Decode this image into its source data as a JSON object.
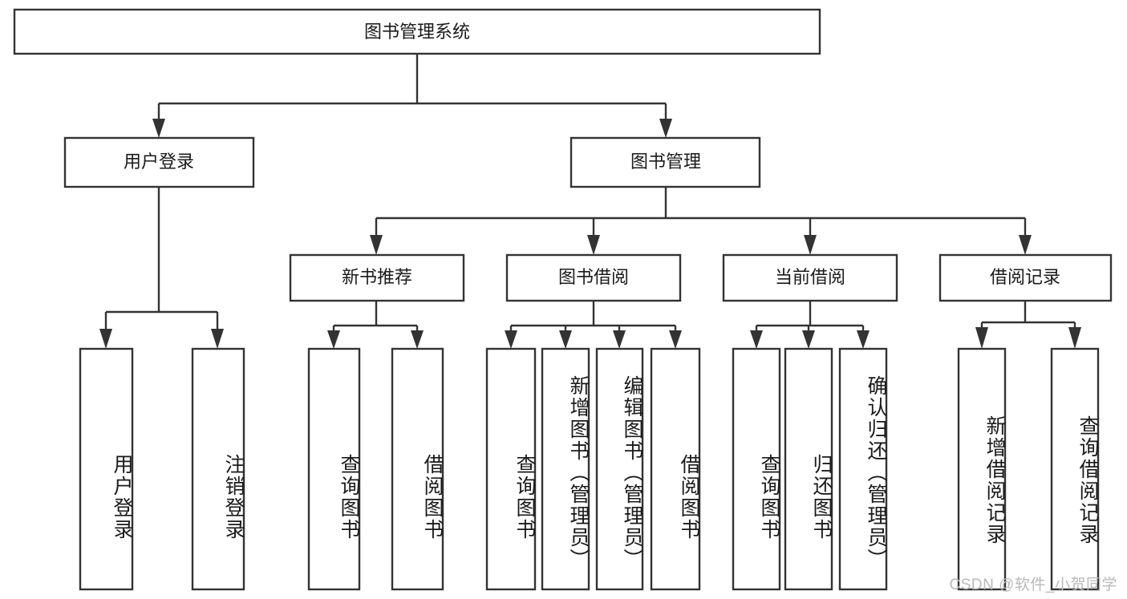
{
  "diagram": {
    "title": "图书管理系统",
    "type": "tree-hierarchy-flowchart",
    "root": {
      "id": "root",
      "label": "图书管理系统"
    },
    "level2": [
      {
        "id": "user-login",
        "label": "用户登录"
      },
      {
        "id": "book-manage",
        "label": "图书管理"
      }
    ],
    "level3": [
      {
        "id": "new-book-recommend",
        "label": "新书推荐",
        "parent": "book-manage"
      },
      {
        "id": "book-borrow",
        "label": "图书借阅",
        "parent": "book-manage"
      },
      {
        "id": "current-borrow",
        "label": "当前借阅",
        "parent": "book-manage"
      },
      {
        "id": "borrow-record",
        "label": "借阅记录",
        "parent": "book-manage"
      }
    ],
    "leaves": [
      {
        "id": "leaf-user-login",
        "label": "用户登录",
        "parent": "user-login"
      },
      {
        "id": "leaf-logout-login",
        "label": "注销登录",
        "parent": "user-login"
      },
      {
        "id": "leaf-query-book-1",
        "label": "查询图书",
        "parent": "new-book-recommend"
      },
      {
        "id": "leaf-borrow-book-1",
        "label": "借阅图书",
        "parent": "new-book-recommend"
      },
      {
        "id": "leaf-query-book-2",
        "label": "查询图书",
        "parent": "book-borrow"
      },
      {
        "id": "leaf-add-book",
        "label": "新增图书（管理员）",
        "parent": "book-borrow"
      },
      {
        "id": "leaf-edit-book",
        "label": "编辑图书（管理员）",
        "parent": "book-borrow"
      },
      {
        "id": "leaf-borrow-book-2",
        "label": "借阅图书",
        "parent": "book-borrow"
      },
      {
        "id": "leaf-query-book-3",
        "label": "查询图书",
        "parent": "current-borrow"
      },
      {
        "id": "leaf-return-book",
        "label": "归还图书",
        "parent": "current-borrow"
      },
      {
        "id": "leaf-confirm-return",
        "label": "确认归还（管理员）",
        "parent": "current-borrow"
      },
      {
        "id": "leaf-add-record",
        "label": "新增借阅记录",
        "parent": "borrow-record"
      },
      {
        "id": "leaf-query-record",
        "label": "查询借阅记录",
        "parent": "borrow-record"
      }
    ],
    "colors": {
      "box_stroke": "#333333",
      "box_fill": "#ffffff",
      "text": "#1a1a1a",
      "background": "#ffffff",
      "watermark": "#b9b9b9"
    }
  },
  "watermark": {
    "text": "CSDN @软件_小贺同学"
  }
}
